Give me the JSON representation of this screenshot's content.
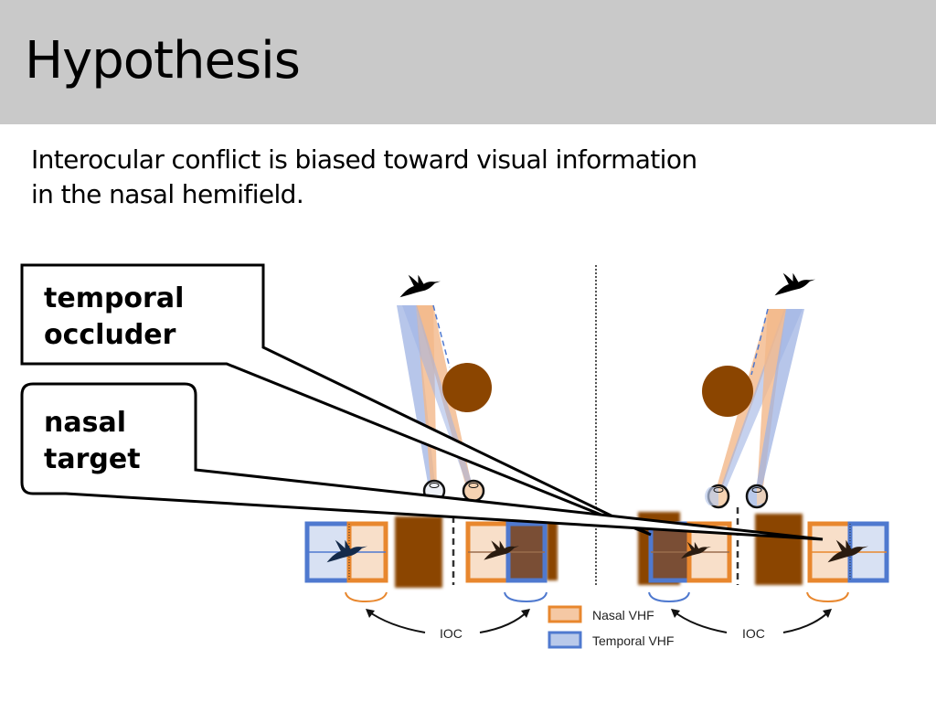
{
  "slide": {
    "title": "Hypothesis",
    "statement_line1": "Interocular conflict is biased toward visual information",
    "statement_line2": "in the nasal hemifield."
  },
  "callouts": [
    {
      "line1": "temporal",
      "line2": "occluder"
    },
    {
      "line1": "nasal",
      "line2": "target"
    }
  ],
  "figure": {
    "ioc_label_left": "IOC",
    "ioc_label_right": "IOC",
    "legend": [
      {
        "label": "Nasal VHF",
        "fill": "#f5c8a4",
        "stroke": "#e8872e"
      },
      {
        "label": "Temporal VHF",
        "fill": "#b9c9ea",
        "stroke": "#4f79cf"
      }
    ],
    "colors": {
      "occluder": "#8b4500",
      "nasal_border": "#e8872e",
      "nasal_fill": "#f8dfc9",
      "temporal_border": "#4f79cf",
      "temporal_fill": "#d8e1f3",
      "bird": "#000000"
    }
  }
}
